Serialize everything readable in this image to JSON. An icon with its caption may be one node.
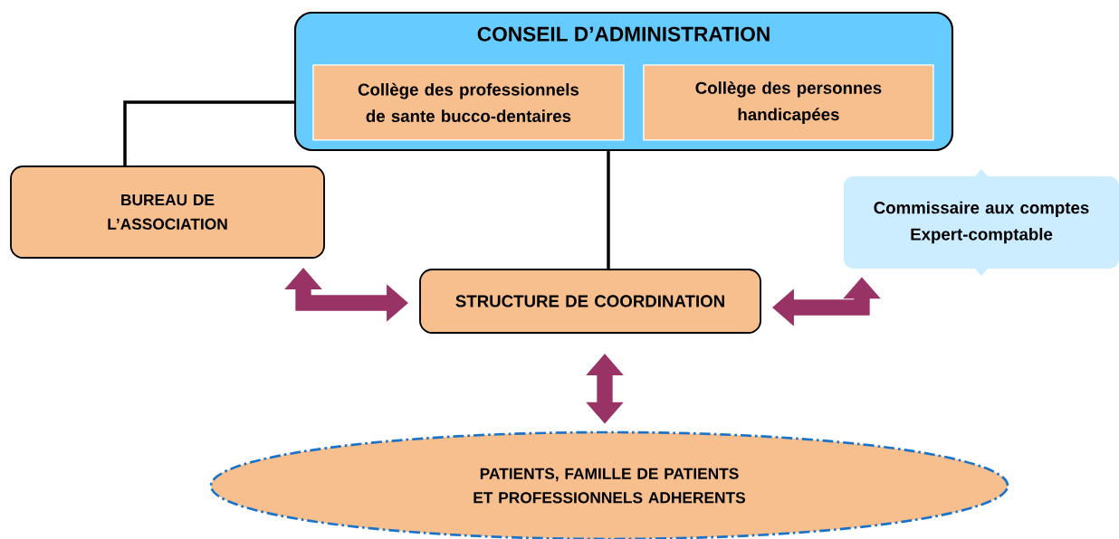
{
  "diagram": {
    "nodes": [
      {
        "text": [
          "CONSEIL D’ADMINISTRATION"
        ]
      },
      {
        "text": [
          "Collège des professionnels de sante bucco-dentaires"
        ],
        "in": 0
      },
      {
        "text": [
          "Collège des personnes handicapées"
        ],
        "in": 0
      },
      {
        "text": [
          "BUREAU DE L’ASSOCIATION"
        ]
      },
      {
        "text": [
          "Commissaire aux comptes",
          "Expert-comptable"
        ]
      },
      {
        "text": [
          "STRUCTURE DE COORDINATION"
        ]
      },
      {
        "text": [
          "PATIENTS, FAMILLE DE PATIENTS ET PROFESSIONNELS ADHERENTS"
        ]
      }
    ],
    "edges": [
      {
        "from": 0,
        "to": 3,
        "arrow": "none",
        "color": "#000000"
      },
      {
        "from": 0,
        "to": 5,
        "arrow": "none",
        "color": "#000000"
      },
      {
        "from": 3,
        "to": 5,
        "arrow": "both",
        "color": "#993366"
      },
      {
        "from": 4,
        "to": 5,
        "arrow": "both",
        "color": "#993366"
      },
      {
        "from": 5,
        "to": 6,
        "arrow": "both",
        "color": "#993366"
      }
    ]
  }
}
